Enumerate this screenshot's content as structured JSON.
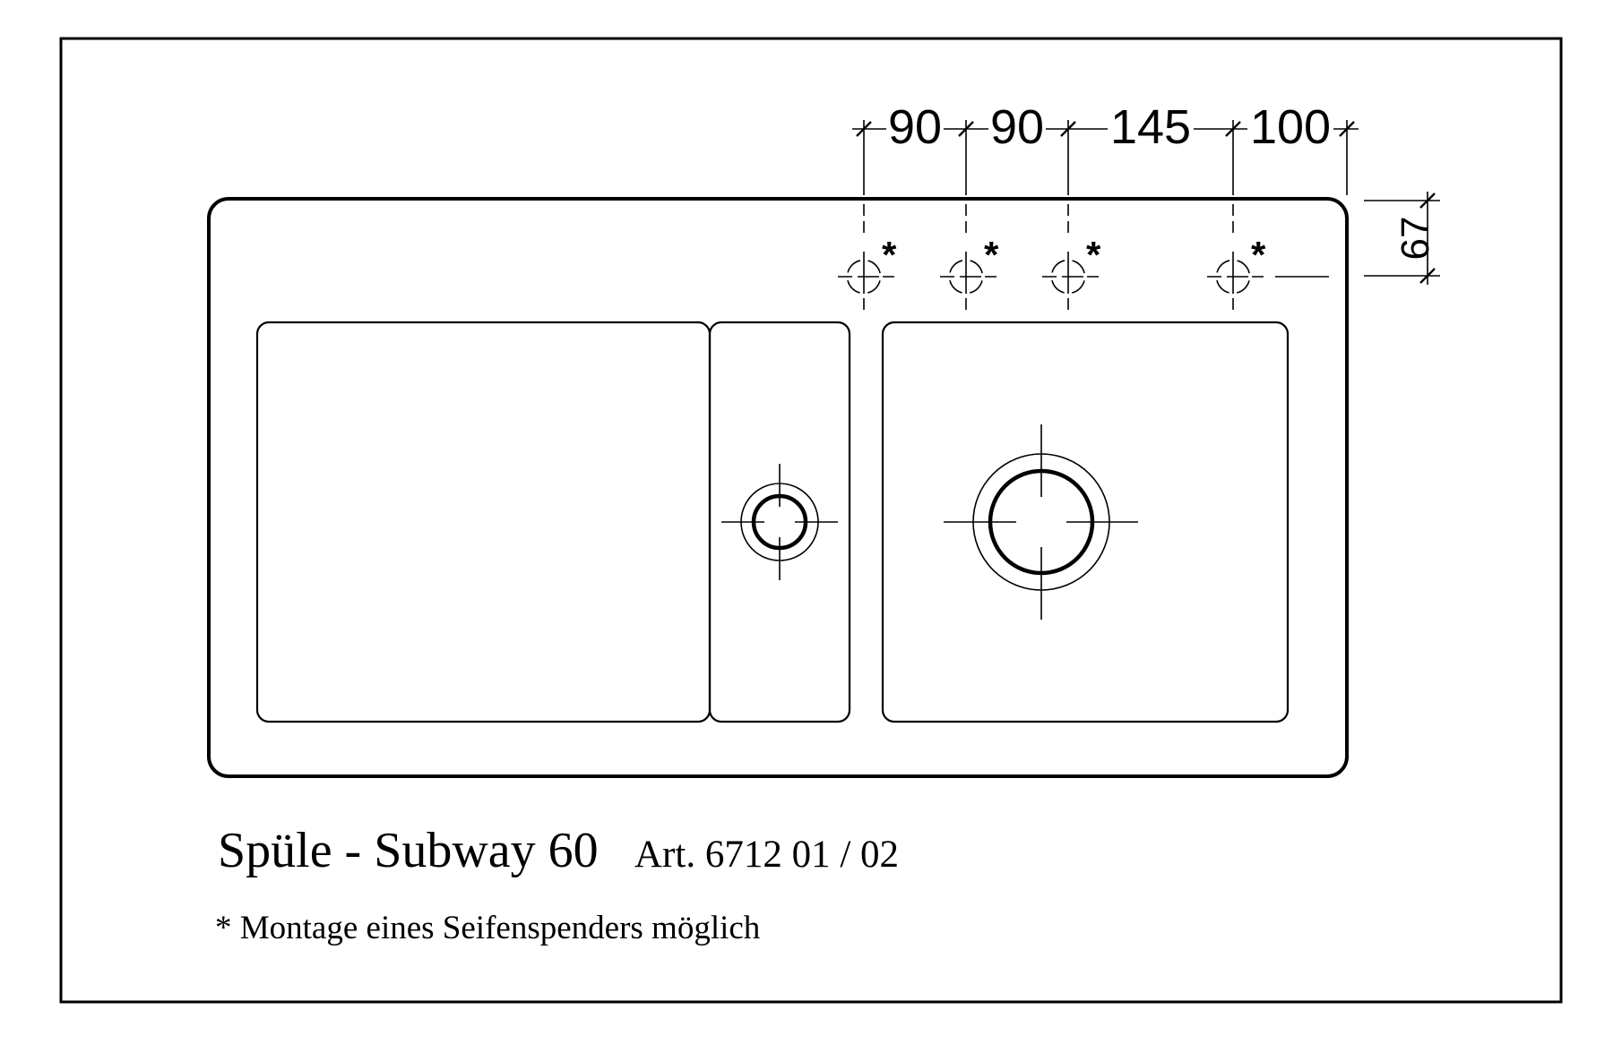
{
  "sheet": {
    "background_color": "#ffffff",
    "line_color": "#000000"
  },
  "product": {
    "title": "Spüle - Subway 60",
    "article_number": "Art. 6712 01 / 02",
    "footnote": "* Montage eines Seifenspenders möglich"
  },
  "dimensions_mm": {
    "top_spacings": [
      "90",
      "90",
      "145",
      "100"
    ],
    "tap_deck_offset": "67"
  },
  "tap_holes": {
    "count": 4,
    "marker": "*"
  }
}
